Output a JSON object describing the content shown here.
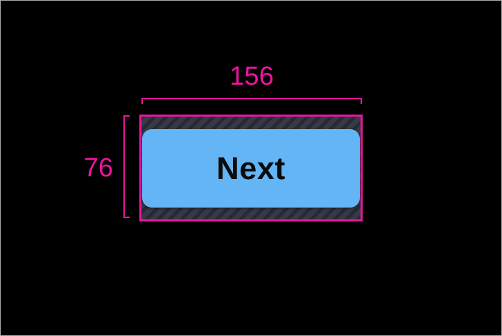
{
  "measurements": {
    "width_label": "156",
    "height_label": "76"
  },
  "button": {
    "label": "Next"
  },
  "theme": {
    "accent": "#EE14A0",
    "button_fill": "#64B5F6",
    "button_text": "#0B0B0C",
    "hatch_bg": "#353A45",
    "hatch_stripe": "#252A33",
    "canvas_bg": "#000000",
    "frame_border": "#ABABAB"
  }
}
